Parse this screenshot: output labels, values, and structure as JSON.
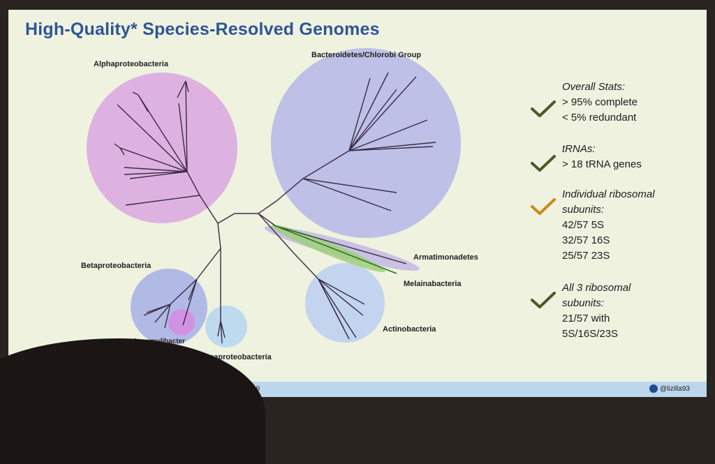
{
  "slide": {
    "title": "High-Quality* Species-Resolved Genomes",
    "footer_year": "2019",
    "handle": "@lizilla93"
  },
  "diagram": {
    "groups": [
      {
        "name": "Alphaproteobacteria",
        "color": "#d9a8e0"
      },
      {
        "name": "Bacteroidetes/Chlorobi Group",
        "color": "#b5b8e8"
      },
      {
        "name": "Betaproteobacteria",
        "color": "#aab6e6"
      },
      {
        "name": "Accumulibacter",
        "color": "#d88ee0"
      },
      {
        "name": "Gammaproteobacteria",
        "color": "#b8d8ef"
      },
      {
        "name": "Actinobacteria",
        "color": "#bcd0ef"
      },
      {
        "name": "Armatimonadetes",
        "color": "#c4bce0"
      },
      {
        "name": "Melainabacteria",
        "color": "#9fd07a"
      }
    ]
  },
  "stats": [
    {
      "check_color": "#4a5a2a",
      "head": "Overall Stats:",
      "lines": [
        "> 95% complete",
        "< 5% redundant"
      ]
    },
    {
      "check_color": "#4a5a2a",
      "head": "tRNAs:",
      "lines": [
        "> 18 tRNA genes"
      ]
    },
    {
      "check_color": "#c88a1e",
      "head": "Individual ribosomal",
      "head2": "subunits:",
      "lines": [
        "42/57 5S",
        "32/57 16S",
        "25/57 23S"
      ]
    },
    {
      "check_color": "#4a5a2a",
      "head": "All 3 ribosomal",
      "head2": "subunits:",
      "lines": [
        "21/57 with",
        "5S/16S/23S"
      ]
    }
  ]
}
